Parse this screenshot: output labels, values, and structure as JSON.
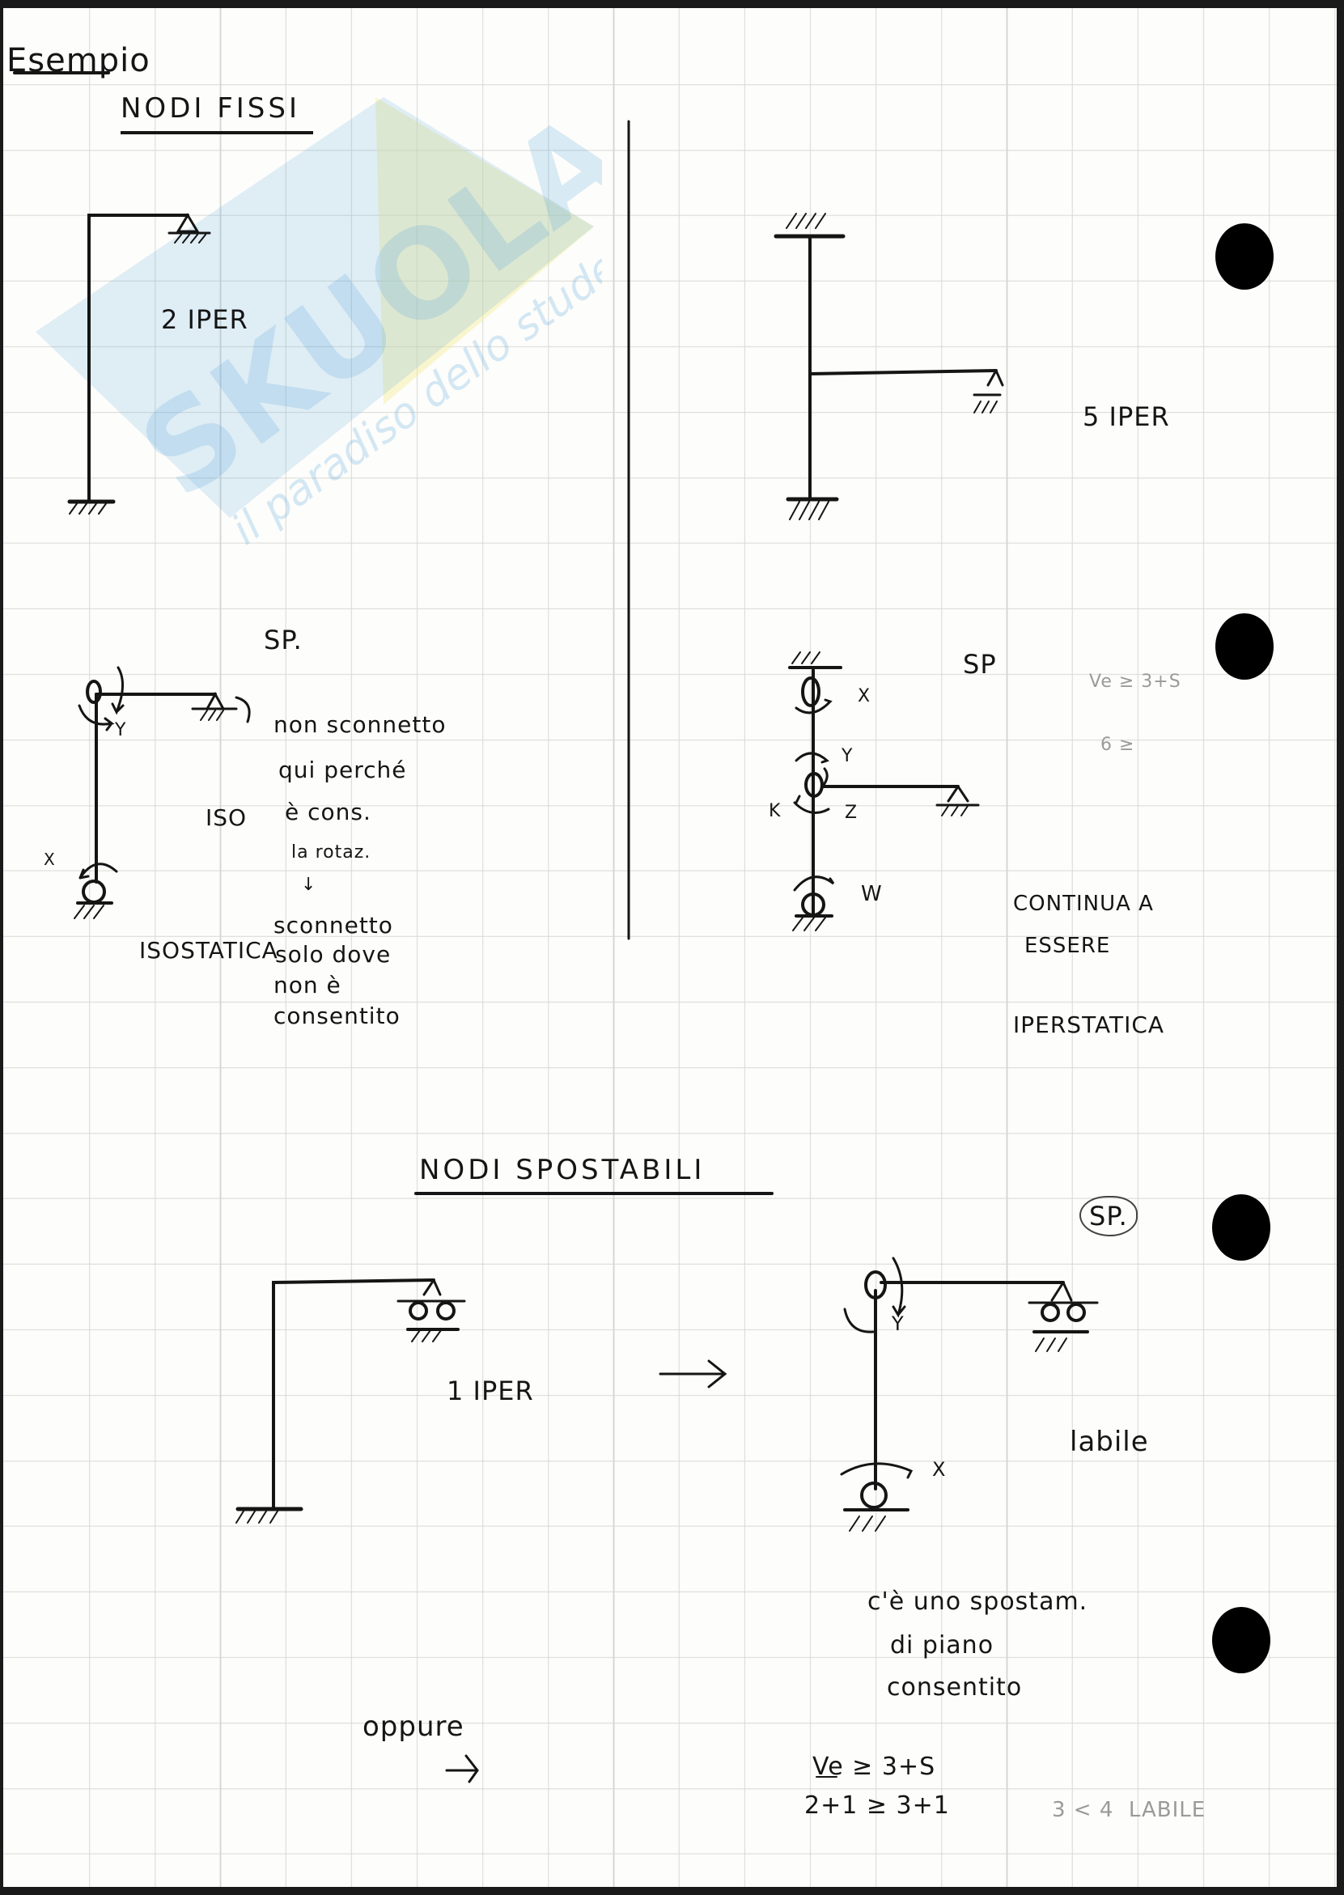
{
  "page_title": "Esempio",
  "watermark": {
    "brand": "SKUOLA.net",
    "tagline": "il paradiso dello studente"
  },
  "nodi_fissi": {
    "heading": "NODI FISSI",
    "frame_a": {
      "degree_label": "2 IPER"
    },
    "frame_b": {
      "degree_label": "5 IPER"
    },
    "frame_a_sp": {
      "label": "SP.",
      "dof_labels": [
        "Y",
        "X"
      ],
      "iso_label": "ISO",
      "result": "ISOSTATICA",
      "note_lines": [
        "non sconnetto",
        "qui perché",
        "è cons.",
        "la rotaz.",
        "↓",
        "sconnetto",
        "solo dove",
        "non è",
        "consentito"
      ]
    },
    "frame_b_sp": {
      "label": "SP",
      "dof_labels": [
        "X",
        "Y",
        "K",
        "Z",
        "W"
      ],
      "faint_notes": [
        "Ve ≥ 3+S",
        "6 ≥"
      ],
      "result_lines": [
        "CONTINUA A",
        "ESSERE",
        "IPERSTATICA"
      ]
    }
  },
  "nodi_spostabili": {
    "heading": "NODI SPOSTABILI",
    "frame_c": {
      "degree_label": "1 IPER"
    },
    "frame_c_sp": {
      "label": "SP.",
      "dof_labels": [
        "Y",
        "X"
      ],
      "result": "labile",
      "note_lines": [
        "c'è uno spostam.",
        "di piano",
        "consentito"
      ]
    },
    "oppure": "oppure",
    "equations": [
      "Ve ≥ 3+S",
      "2+1 ≥ 3+1"
    ],
    "faint_conclusion": "3 < 4  LABILE"
  },
  "colors": {
    "ink": "#151515",
    "paper": "#fdfdfb",
    "grid": "#d6d6d2",
    "watermark_blue": "#5aa8dc",
    "watermark_yellow": "#f4ee9a"
  }
}
